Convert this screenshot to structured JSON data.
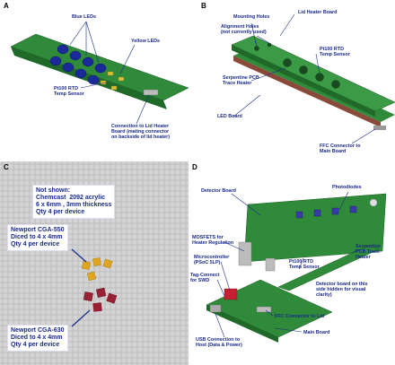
{
  "panels": {
    "a": {
      "label": "A",
      "annotations": {
        "blue_leds": "Blue LEDs",
        "yellow_leds": "Yellow LEDs",
        "pt100": "Pt100 RTD\nTemp Sensor",
        "connector": "Connection to Lid Heater\nBoard (mating connector\non backside of lid heater)"
      }
    },
    "b": {
      "label": "B",
      "annotations": {
        "mounting_holes": "Mounting Holes",
        "alignment_holes": "Alignment Holes\n(not currently used)",
        "lid_heater": "Lid Heater Board",
        "pt100": "Pt100 RTD\nTemp Sensor",
        "serpentine": "Serpentine PCB\nTrace Heater",
        "led_board": "LED Board",
        "ffc": "FFC Connector to\nMain Board"
      }
    },
    "c": {
      "label": "C",
      "boxes": {
        "chemcast": "Not shown:\nChemcast  2092 acrylic\n6 x 6mm , 3mm thickness\nQty 4 per device",
        "cga550": "Newport CGA-550\nDiced to 4 x 4mm\nQty 4 per device",
        "cga630": "Newport CGA-630\nDiced to 4 x 4mm\nQty 4 per device"
      }
    },
    "d": {
      "label": "D",
      "annotations": {
        "detector_board": "Detector Board",
        "photodiodes": "Photodiodes",
        "mosfets": "MOSFETS for\nHeater Regulation",
        "mcu": "Microcontroller\n(PSoC 5LP)",
        "tag_connect": "Tag-Connect\nfor SWD",
        "pt100": "Pt100 RTD\nTemp Sensor",
        "serpentine": "Serpentine\nPCB Trace\nHeater",
        "detector_hidden": "Detector board on this\nside hidden for visual\nclarity)",
        "ffc": "FFC Connector to Lid",
        "usb": "USB Connection to\nHost (Data & Power)",
        "main_board": "Main Board"
      }
    }
  },
  "colors": {
    "pcb": "#2f8a3a",
    "pcb_dark": "#1f6a28",
    "blue_led": "#1b2a9a",
    "yellow_led": "#d8c23a",
    "annotation": "#1a2a8a"
  }
}
